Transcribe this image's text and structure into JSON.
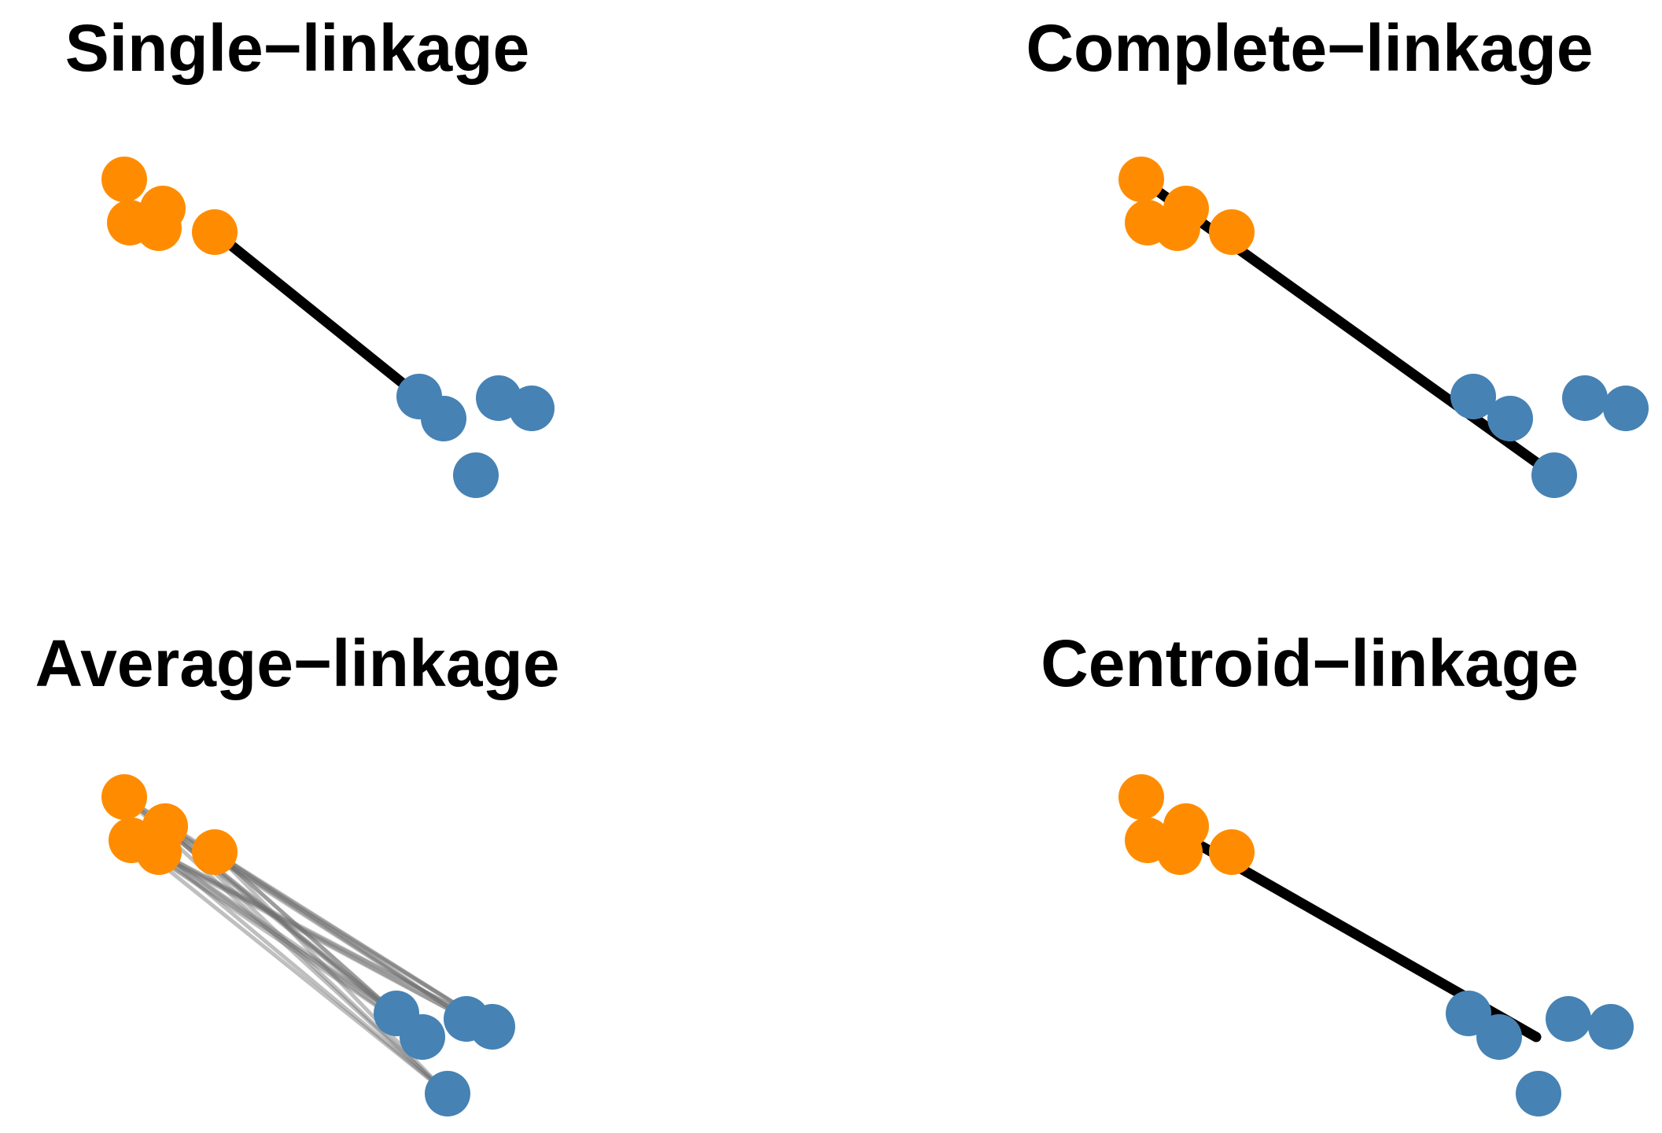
{
  "colors": {
    "orange": "#FF8C00",
    "blue": "#4682B4",
    "link_black": "#000000",
    "link_grey": "#707070"
  },
  "panels": [
    {
      "title": "Single−linkage",
      "linkage": "single"
    },
    {
      "title": "Complete−linkage",
      "linkage": "complete"
    },
    {
      "title": "Average−linkage",
      "linkage": "average"
    },
    {
      "title": "Centroid−linkage",
      "linkage": "centroid"
    }
  ]
}
